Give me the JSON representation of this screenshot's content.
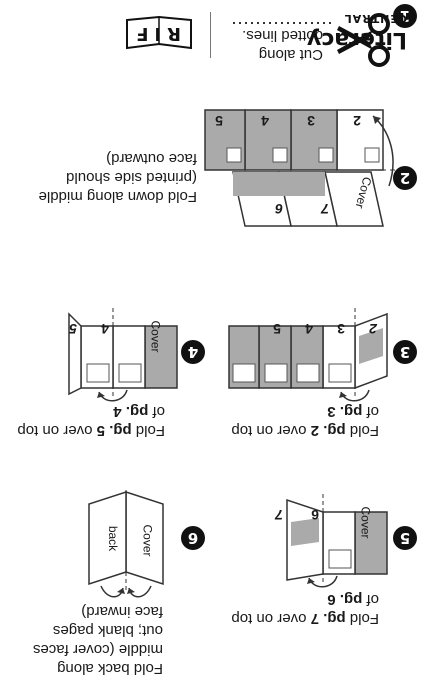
{
  "logo": {
    "rif": "RIF",
    "brand_small": "CENTRAL",
    "brand_big": "Literacy"
  },
  "steps": [
    {
      "num": "1",
      "text": "Cut along dotted lines."
    },
    {
      "num": "2",
      "text": "Fold down along middle (printed side should face outward)"
    },
    {
      "num": "3",
      "pre": "Fold ",
      "bold1": "pg. 2",
      "mid": " over on top of ",
      "bold2": "pg. 3"
    },
    {
      "num": "4",
      "pre": "Fold ",
      "bold1": "pg. 5",
      "mid": " over on top of ",
      "bold2": "pg. 4"
    },
    {
      "num": "5",
      "pre": "Fold ",
      "bold1": "pg. 7",
      "mid": " over on top of ",
      "bold2": "pg. 6"
    },
    {
      "num": "6",
      "text": "Fold back along middle (cover faces out; blank pages face inward)"
    }
  ],
  "labels": {
    "cover": "Cover",
    "back": "back",
    "p2": "2",
    "p3": "3",
    "p4": "4",
    "p5": "5",
    "p6": "6",
    "p7": "7"
  },
  "colors": {
    "gray_page": "#aaaaaa",
    "badge": "#111111",
    "line": "#333333"
  }
}
